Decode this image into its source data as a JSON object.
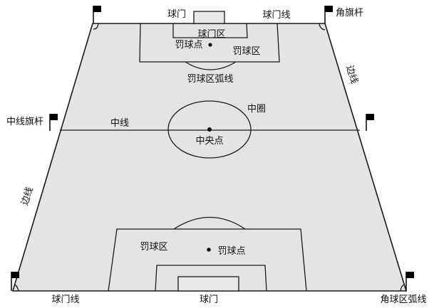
{
  "colors": {
    "pitch_fill": "#e4e4e4",
    "line": "#1a1a1a",
    "flag": "#000000",
    "text": "#111111"
  },
  "labels": {
    "goal_top": "球门",
    "goal_line_top": "球门线",
    "corner_flag": "角旗杆",
    "goal_area_top": "球门区",
    "penalty_spot_top": "罚球点",
    "penalty_area_top": "罚球区",
    "penalty_arc": "罚球区弧线",
    "touchline_right": "边线",
    "center_circle": "中圈",
    "halfway_flag": "中线旗杆",
    "halfway_line": "中线",
    "center_spot": "中央点",
    "touchline_left": "边线",
    "penalty_area_bottom": "罚球区",
    "penalty_spot_bottom": "罚球点",
    "goal_line_bottom": "球门线",
    "goal_bottom": "球门",
    "corner_arc": "角球区弧线"
  },
  "icons": {
    "flag": "corner-flag-icon"
  }
}
